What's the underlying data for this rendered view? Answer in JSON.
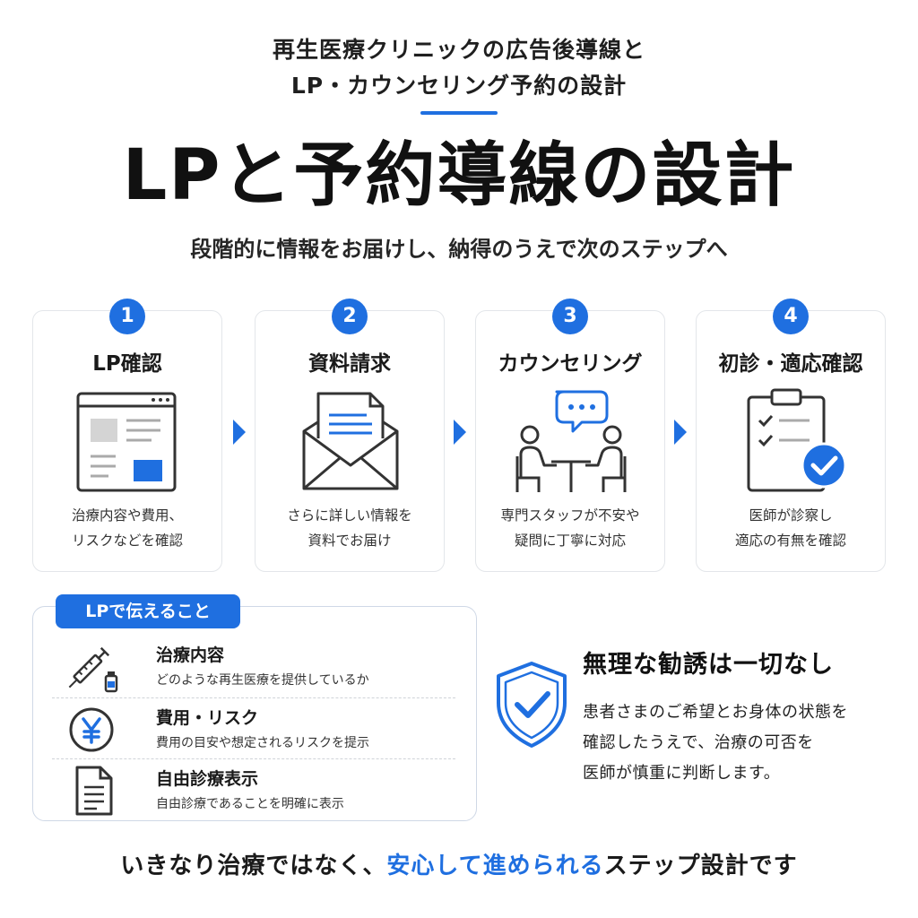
{
  "header": {
    "subtitle_line1": "再生医療クリニックの広告後導線と",
    "subtitle_line2": "LP・カウンセリング予約の設計",
    "title": "LPと予約導線の設計",
    "lead": "段階的に情報をお届けし、納得のうえで次のステップへ"
  },
  "steps": [
    {
      "number": "1",
      "title": "LP確認",
      "desc_line1": "治療内容や費用、",
      "desc_line2": "リスクなどを確認",
      "icon": "browser-page-icon"
    },
    {
      "number": "2",
      "title": "資料請求",
      "desc_line1": "さらに詳しい情報を",
      "desc_line2": "資料でお届け",
      "icon": "envelope-document-icon"
    },
    {
      "number": "3",
      "title": "カウンセリング",
      "desc_line1": "専門スタッフが不安や",
      "desc_line2": "疑問に丁寧に対応",
      "icon": "counseling-people-icon"
    },
    {
      "number": "4",
      "title": "初診・適応確認",
      "desc_line1": "医師が診察し",
      "desc_line2": "適応の有無を確認",
      "icon": "clipboard-check-icon"
    }
  ],
  "lp_section": {
    "tag": "LPで伝えること",
    "items": [
      {
        "title": "治療内容",
        "desc": "どのような再生医療を提供しているか",
        "icon": "syringe-vial-icon"
      },
      {
        "title": "費用・リスク",
        "desc": "費用の目安や想定されるリスクを提示",
        "icon": "yen-coin-icon"
      },
      {
        "title": "自由診療表示",
        "desc": "自由診療であることを明確に表示",
        "icon": "document-icon"
      }
    ]
  },
  "promise": {
    "title": "無理な勧誘は一切なし",
    "body_line1": "患者さまのご希望とお身体の状態を",
    "body_line2": "確認したうえで、治療の可否を",
    "body_line3": "医師が慎重に判断します。",
    "icon": "shield-check-icon"
  },
  "footer": {
    "prefix": "いきなり治療ではなく、",
    "highlight": "安心して進められる",
    "suffix": "ステップ設計です"
  },
  "colors": {
    "accent": "#1f6fe0",
    "text": "#1a1a1a",
    "border": "#e3e6ea"
  }
}
